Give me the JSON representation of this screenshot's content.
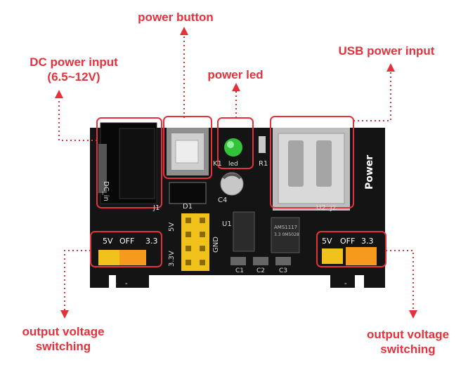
{
  "annotations": {
    "dc_power_input": "DC power input",
    "dc_power_range": "(6.5~12V)",
    "power_button": "power button",
    "power_led": "power led",
    "usb_power_input": "USB power input",
    "output_voltage_left_1": "output voltage",
    "output_voltage_left_2": "switching",
    "output_voltage_right_1": "output voltage",
    "output_voltage_right_2": "switching"
  },
  "board": {
    "silkscreen": {
      "dc_in": "DC_in",
      "j1": "J1",
      "d1": "D1",
      "k1": "K1",
      "led": "led",
      "r1": "R1",
      "c4": "C4",
      "u1": "U1",
      "u2": "U2",
      "j2": "J2",
      "power": "Power",
      "v5": "5V",
      "v33": "3.3V",
      "gnd": "GND",
      "c1": "C1",
      "c2": "C2",
      "c3": "C3",
      "sw_5v": "5V",
      "sw_off": "OFF",
      "sw_33": "3.3",
      "plus": "+",
      "minus": "-",
      "ams_chip": "AMS1117",
      "ams_chip2": "3.3 0M5028"
    }
  },
  "colors": {
    "accent": "#e3323b",
    "board": "#141414",
    "header": "#f1c21b",
    "jumper": "#f59a1c",
    "led": "#34c23a"
  }
}
